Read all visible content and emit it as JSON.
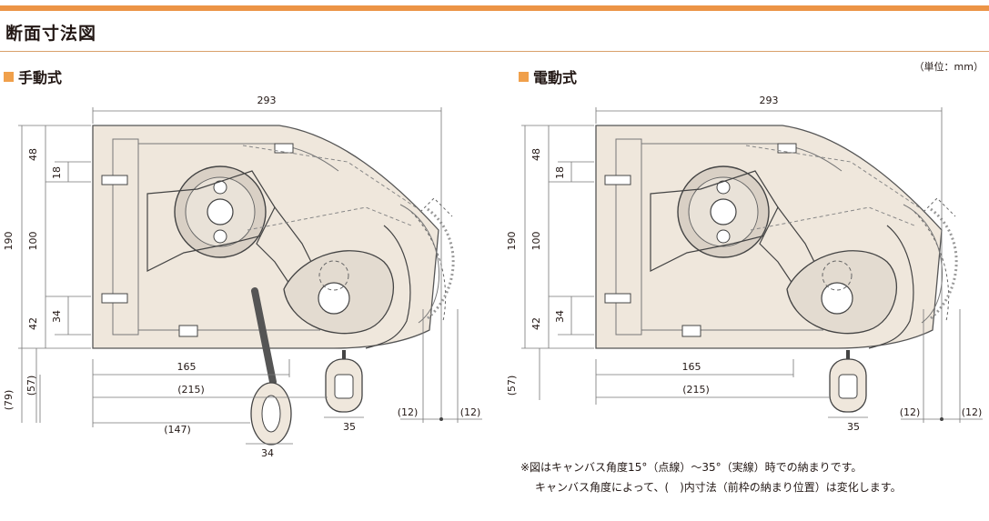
{
  "header": {
    "title": "断面寸法図",
    "unit": "（単位：mm）"
  },
  "manual": {
    "label": "手動式",
    "dims": {
      "width": "293",
      "height_total": "190",
      "top": "48",
      "top_small": "18",
      "middle": "100",
      "bottom": "42",
      "bottom_small": "34",
      "extra_left": "(57)",
      "extra_far": "(79)",
      "w165": "165",
      "w215": "(215)",
      "w147": "(147)",
      "w34": "34",
      "w35": "35",
      "r12a": "(12)",
      "r12b": "(12)"
    }
  },
  "electric": {
    "label": "電動式",
    "dims": {
      "width": "293",
      "height_total": "190",
      "top": "48",
      "top_small": "18",
      "middle": "100",
      "bottom": "42",
      "bottom_small": "34",
      "extra_left": "(57)",
      "w165": "165",
      "w215": "(215)",
      "w35": "35",
      "r12a": "(12)",
      "r12b": "(12)"
    }
  },
  "notes": {
    "line1": "※図はキャンバス角度15°（点線）〜35°（実線）時での納まりです。",
    "line2": "キャンバス角度によって、(　)内寸法（前枠の納まり位置）は変化します。"
  },
  "colors": {
    "accent": "#ec9446",
    "square": "#f0a04b",
    "body_fill": "#efe7dc",
    "line": "#6b6b6b"
  }
}
